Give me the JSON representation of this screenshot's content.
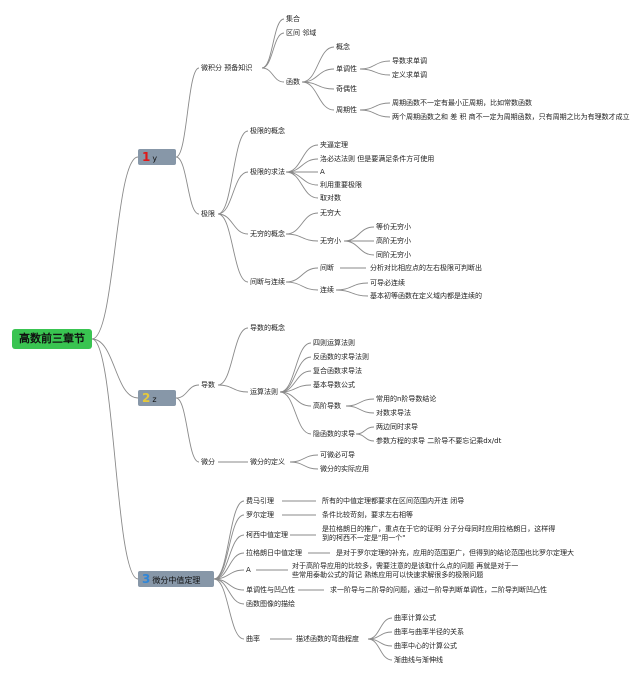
{
  "root": "高数前三章节",
  "chapters": [
    {
      "num": "1",
      "label": "y"
    },
    {
      "num": "2",
      "label": "z"
    },
    {
      "num": "3",
      "label": "微分中值定理"
    }
  ],
  "colors": {
    "root_bg": "#39c451",
    "chapter_bg": "#8797a8",
    "line": "#8a8a8a",
    "num1": "#e01818",
    "num2": "#e6c93a",
    "num3": "#2f86d8"
  },
  "c1": {
    "n1": "微积分 预备知识",
    "n1_1": "集合",
    "n1_2": "区间 邻域",
    "n1_3": "函数",
    "n1_3_1": "概念",
    "n1_3_2": "单调性",
    "n1_3_2_1": "导数求单调",
    "n1_3_2_2": "定义求单调",
    "n1_3_3": "奇偶性",
    "n1_3_4": "周期性",
    "n1_3_4_1": "周期函数不一定有最小正周期，比如常数函数",
    "n1_3_4_2": "两个周期函数之和 差 积 商不一定为周期函数，只有周期之比为有理数才成立",
    "n2": "极限",
    "n2_1": "极限的概念",
    "n2_2": "极限的求法",
    "n2_2_1": "夹逼定理",
    "n2_2_2": "洛必达法则 但是要满足条件方可使用",
    "n2_2_3": "A",
    "n2_2_4": "利用重要极限",
    "n2_2_5": "取对数",
    "n2_3": "无穷的概念",
    "n2_3_1": "无穷大",
    "n2_3_2": "无穷小",
    "n2_3_2_1": "等价无穷小",
    "n2_3_2_2": "高阶无穷小",
    "n2_3_2_3": "同阶无穷小",
    "n2_4": "间断与连续",
    "n2_4_1": "间断",
    "n2_4_1_1": "分析对比相应点的左右极限可判断出",
    "n2_4_2": "连续",
    "n2_4_2_1": "可导必连续",
    "n2_4_2_2": "基本初等函数在定义域内都是连续的"
  },
  "c2": {
    "n1": "导数",
    "n1_1": "导数的概念",
    "n1_2": "运算法则",
    "n1_2_1": "四则运算法则",
    "n1_2_2": "反函数的求导法则",
    "n1_2_3": "复合函数求导法",
    "n1_2_4": "基本导数公式",
    "n1_2_5": "高阶导数",
    "n1_2_5_1": "常用的n阶导数结论",
    "n1_2_5_2": "对数求导法",
    "n1_2_6": "隐函数的求导",
    "n1_2_6_1": "两边同时求导",
    "n1_2_6_2": "参数方程的求导 二阶导不要忘记乘dx/dt",
    "n2": "微分",
    "n2_1": "微分的定义",
    "n2_1_1": "可微必可导",
    "n2_1_2": "微分的实际应用"
  },
  "c3": {
    "n1": "费马引理",
    "n1_1": "所有的中值定理都要求在区间范围内开连 闭导",
    "n2": "罗尔定理",
    "n2_1": "条件比较苛刻，要求左右相等",
    "n3": "柯西中值定理",
    "n3_1": "是拉格朗日的推广，重点在于它的证明 分子分母同时应用拉格朗日，这样得到的柯西不一定是\"用一个\"",
    "n4": "拉格朗日中值定理",
    "n4_1": "是对于罗尔定理的补充，应用的范围更广，但得到的结论范围也比罗尔定理大",
    "n5": "A",
    "n5_1": "对于高阶导应用的比较多，需要注意的是该取什么点的问题 再就是对于一些常用泰勒公式的背记 熟练应用可以快速求解很多的极限问题",
    "n6": "单调性与凹凸性",
    "n6_1": "求一阶导与二阶导的问题，通过一阶导判断单调性，二阶导判断凹凸性",
    "n7": "函数图像的描绘",
    "n8": "曲率",
    "n8_1": "描述函数的弯曲程度",
    "n8_1_1": "曲率计算公式",
    "n8_1_2": "曲率与曲率半径的关系",
    "n8_1_3": "曲率中心的计算公式",
    "n8_1_4": "渐曲线与渐伸线"
  }
}
